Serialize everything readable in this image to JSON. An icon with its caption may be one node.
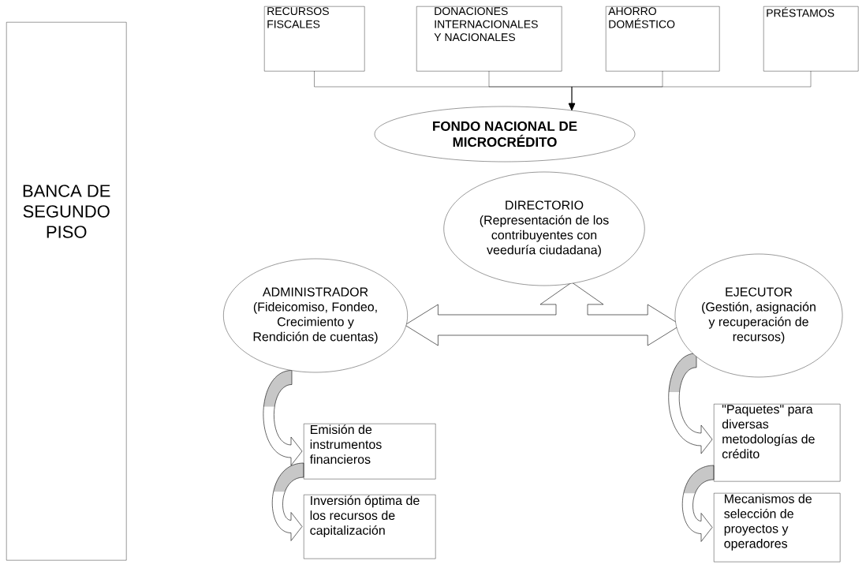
{
  "diagram": {
    "nodes": [
      {
        "text": [
          "BANCA DE SEGUNDO PISO"
        ]
      },
      {
        "text": [
          "RECURSOS FISCALES"
        ]
      },
      {
        "text": [
          "DONACIONES INTERNACIONALES Y NACIONALES"
        ]
      },
      {
        "text": [
          "AHORRO DOMÉSTICO"
        ]
      },
      {
        "text": [
          "PRÉSTAMOS"
        ]
      },
      {
        "text": [
          "FONDO NACIONAL DE MICROCRÉDITO"
        ]
      },
      {
        "text": [
          "DIRECTORIO",
          "(Representación de los contribuyentes con veeduría ciudadana)"
        ]
      },
      {
        "text": [
          "ADMINISTRADOR",
          "(Fideicomiso, Fondeo, Crecimiento y Rendición de cuentas)"
        ]
      },
      {
        "text": [
          "EJECUTOR",
          "(Gestión, asignación y recuperación de recursos)"
        ]
      },
      {
        "text": [
          "Emisión de instrumentos financieros"
        ]
      },
      {
        "text": [
          "Inversión óptima de los recursos de capitalización"
        ]
      },
      {
        "text": [
          "\"Paquetes\" para diversas metodologías de crédito"
        ]
      },
      {
        "text": [
          "Mecanismos de selección de proyectos y operadores"
        ]
      }
    ],
    "edges": [
      {
        "from": 1,
        "to": 5,
        "arrow": "to"
      },
      {
        "from": 2,
        "to": 5,
        "arrow": "to"
      },
      {
        "from": 3,
        "to": 5,
        "arrow": "to"
      },
      {
        "from": 4,
        "to": 5,
        "arrow": "to"
      },
      {
        "from": 7,
        "to": 8,
        "arrow": "both"
      },
      {
        "from": 7,
        "to": 6,
        "arrow": "both"
      },
      {
        "from": 7,
        "to": 9,
        "arrow": "to"
      },
      {
        "from": 9,
        "to": 10,
        "arrow": "to"
      },
      {
        "from": 8,
        "to": 11,
        "arrow": "to"
      },
      {
        "from": 11,
        "to": 12,
        "arrow": "to"
      }
    ]
  }
}
